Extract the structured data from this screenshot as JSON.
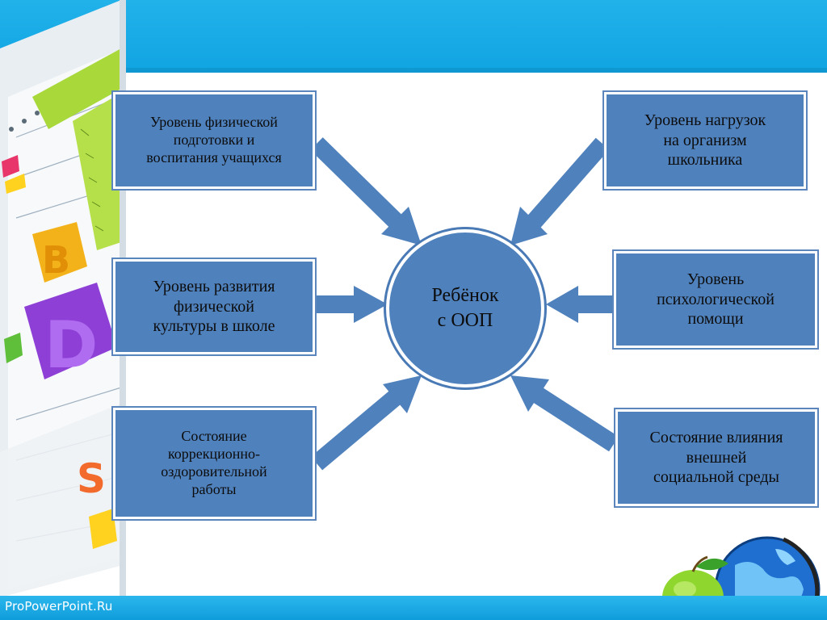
{
  "colors": {
    "box_fill": "#4f81bd",
    "box_border": "#ffffff",
    "arrow": "#4f81bd",
    "header_band": "#1aa8e6"
  },
  "center": {
    "text": "Ребёнок\nс ООП"
  },
  "boxes": [
    {
      "id": "left-top",
      "text": "Уровень физической\nподготовки и\nвоспитания учащихся"
    },
    {
      "id": "left-middle",
      "text": "Уровень развития\nфизической\nкультуры в школе"
    },
    {
      "id": "left-bottom",
      "text": "Состояние\nкоррекционно-\nоздоровительной\nработы"
    },
    {
      "id": "right-top",
      "text": "Уровень нагрузок\nна организм\nшкольника"
    },
    {
      "id": "right-middle",
      "text": "Уровень\nпсихологической\nпомощи"
    },
    {
      "id": "right-bottom",
      "text": "Состояние влияния\nвнешней\nсоциальной среды"
    }
  ],
  "footer": {
    "text": "ProPowerPoint.Ru"
  }
}
